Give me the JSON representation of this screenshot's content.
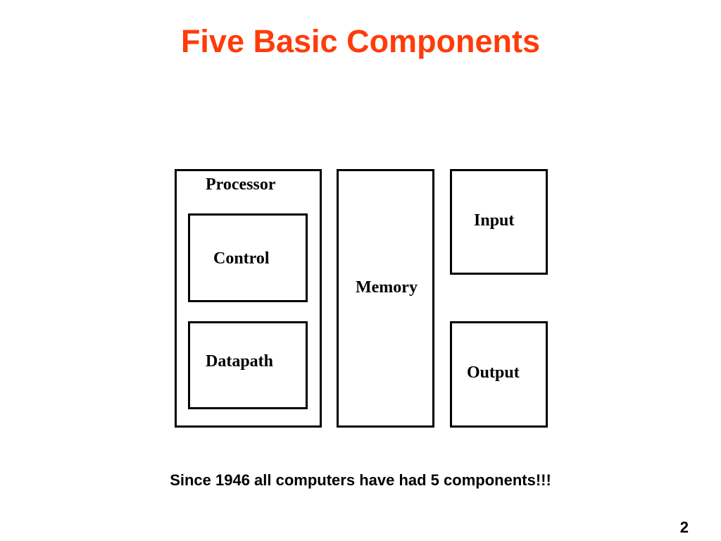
{
  "slide": {
    "title": "Five Basic Components",
    "caption": "Since 1946 all computers have had 5 components!!!",
    "page_number": "2",
    "title_color": "#ff3b0a"
  },
  "diagram": {
    "processor": {
      "label": "Processor",
      "control_label": "Control",
      "datapath_label": "Datapath"
    },
    "memory_label": "Memory",
    "input_label": "Input",
    "output_label": "Output"
  }
}
